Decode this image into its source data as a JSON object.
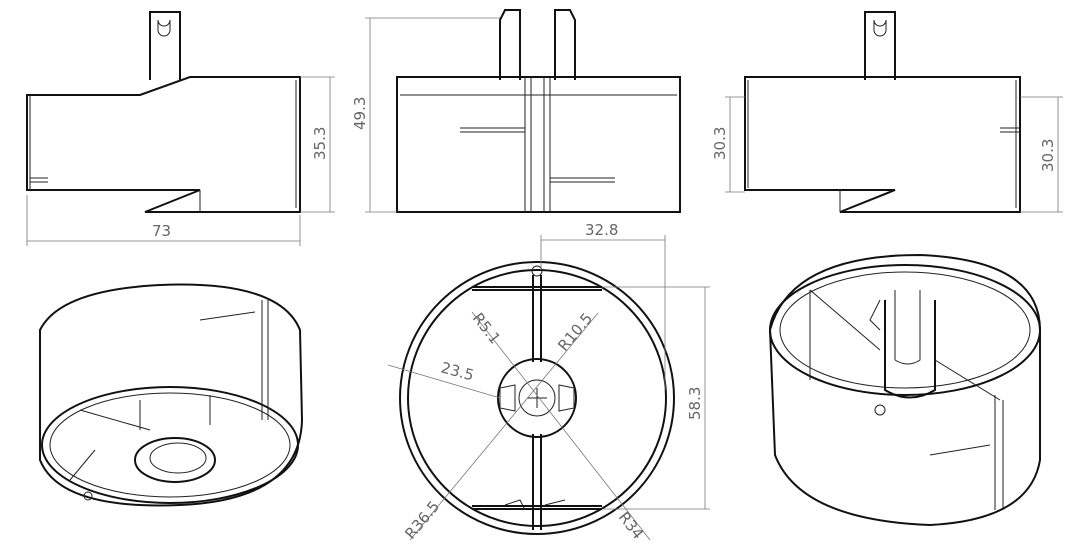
{
  "drawing": {
    "views": [
      "left-side-view",
      "front-view",
      "right-side-view",
      "bottom-isometric-view",
      "top-view",
      "top-isometric-view"
    ],
    "dimensions": {
      "width_overall": "73",
      "left_height": "35.3",
      "front_height": "49.3",
      "right_height_left": "30.3",
      "right_height_right": "30.3",
      "top_offset": "32.8",
      "hole_radius": "R5.1",
      "hub_radius": "R10.5",
      "slot_distance": "23.5",
      "top_height": "58.3",
      "outer_radius": "R36.5",
      "inner_radius": "R34"
    },
    "colors": {
      "line": "#111111",
      "dimension": "#777777"
    }
  }
}
